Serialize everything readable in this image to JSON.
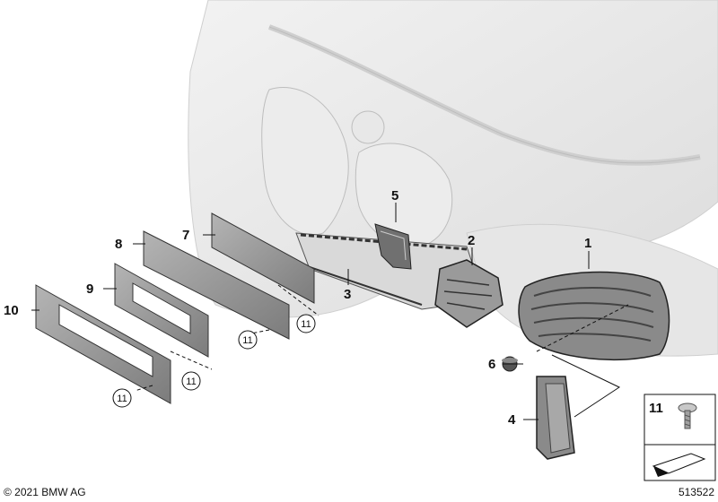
{
  "diagram": {
    "callouts": [
      {
        "id": "1",
        "label": "1"
      },
      {
        "id": "2",
        "label": "2"
      },
      {
        "id": "3",
        "label": "3"
      },
      {
        "id": "4",
        "label": "4"
      },
      {
        "id": "5",
        "label": "5"
      },
      {
        "id": "6",
        "label": "6"
      },
      {
        "id": "7",
        "label": "7"
      },
      {
        "id": "8",
        "label": "8"
      },
      {
        "id": "9",
        "label": "9"
      },
      {
        "id": "10",
        "label": "10"
      }
    ],
    "screw_ref": "11",
    "legend_number": "11",
    "copyright": "© 2021 BMW AG",
    "diagram_number": "513522"
  }
}
